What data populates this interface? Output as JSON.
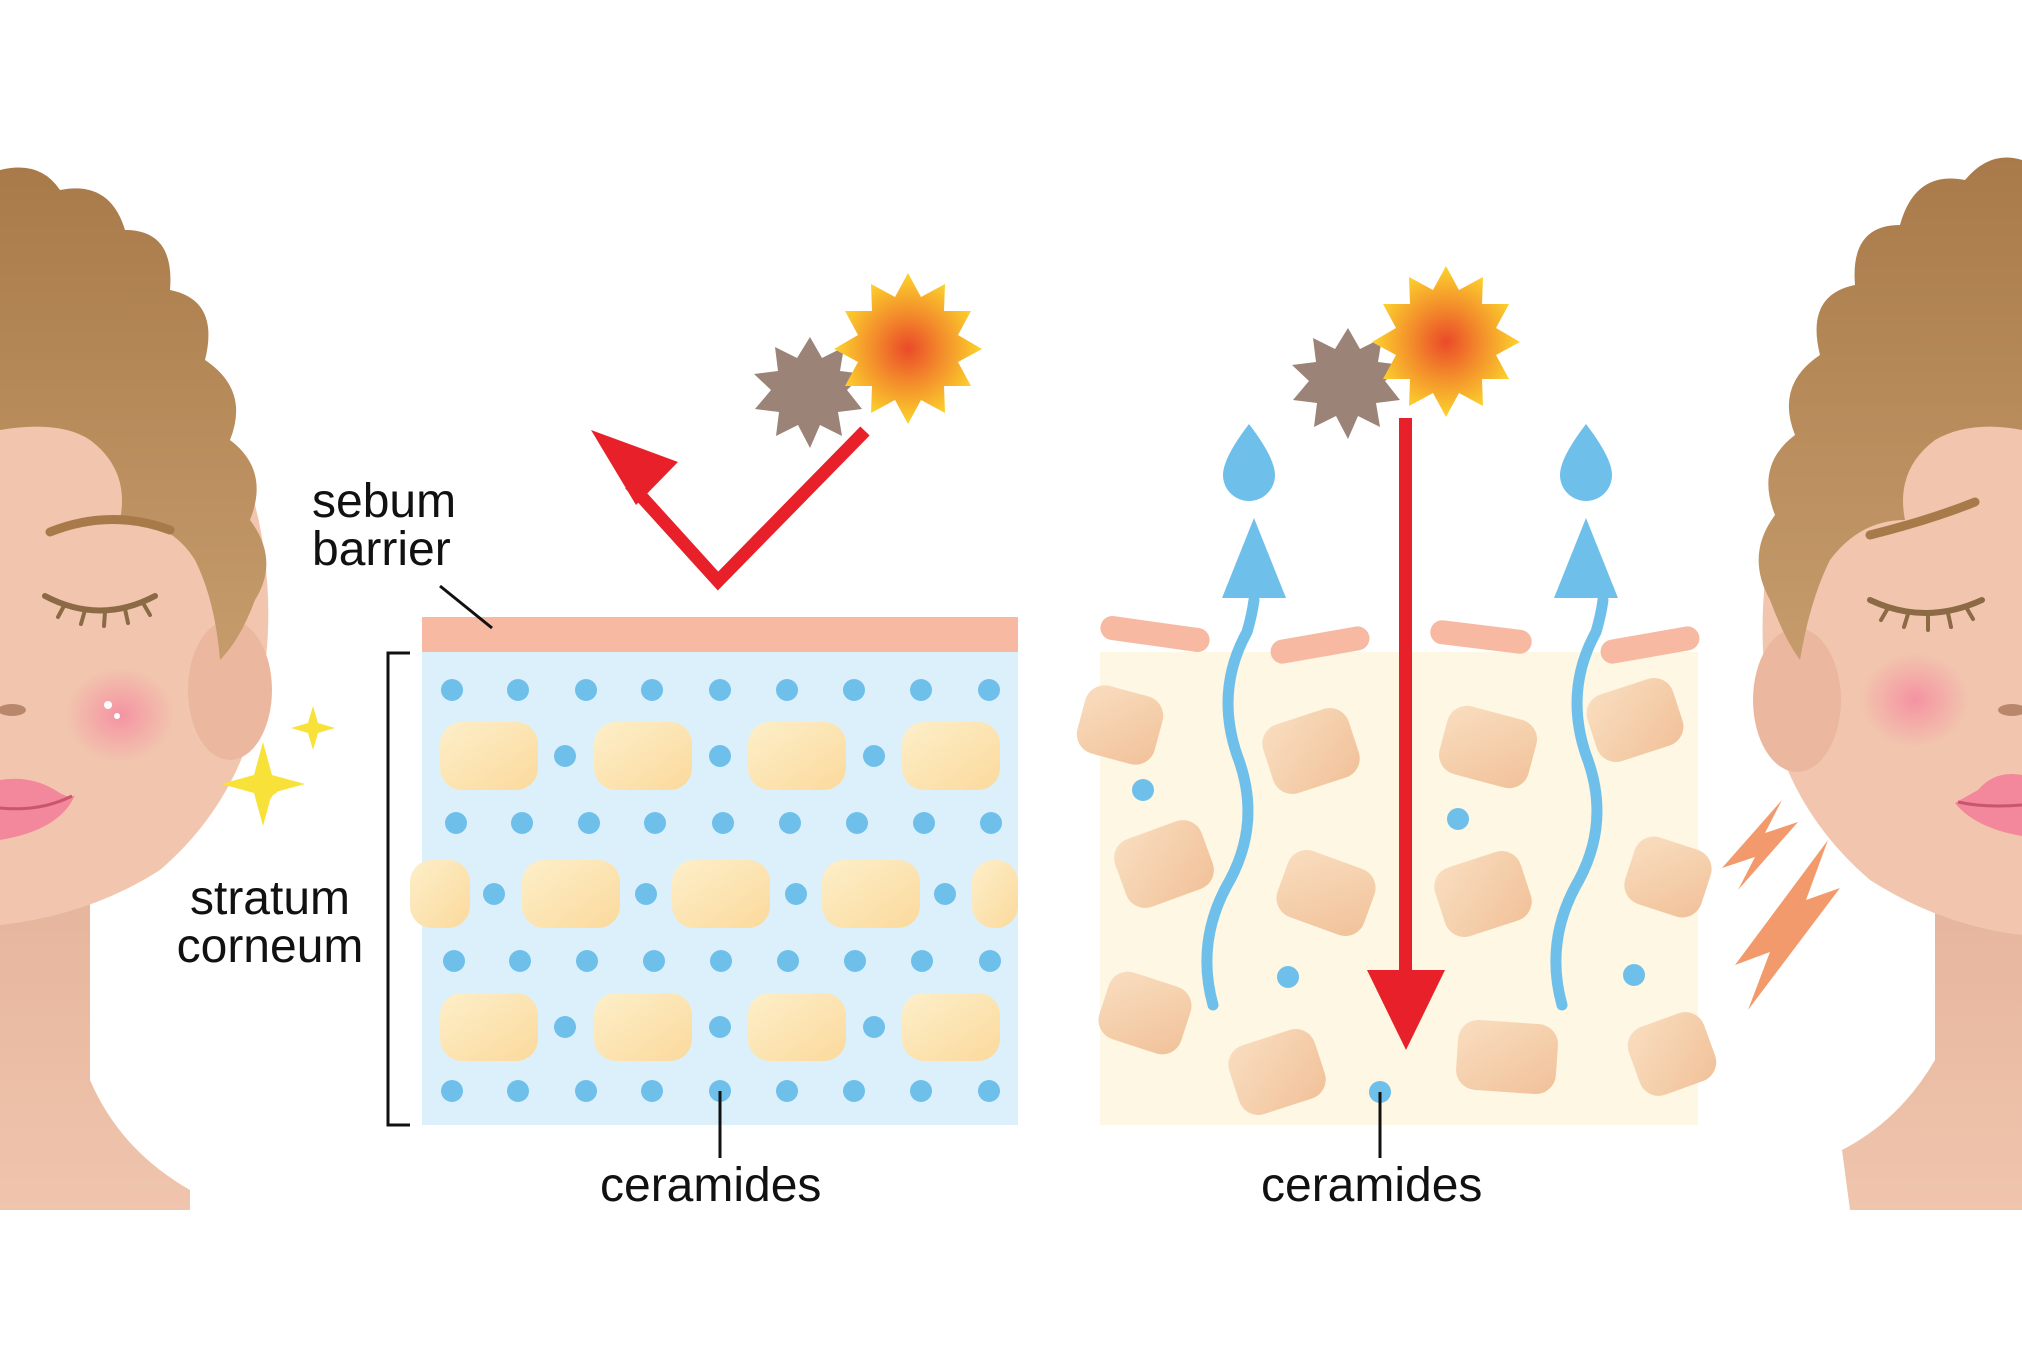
{
  "labels": {
    "sebum_barrier": [
      "sebum",
      "barrier"
    ],
    "stratum_corneum": [
      "stratum",
      "corneum"
    ],
    "ceramides_left": "ceramides",
    "ceramides_right": "ceramides"
  },
  "colors": {
    "sebum_layer": "#f7b9a2",
    "healthy_bg": "#dcf0fb",
    "damaged_bg": "#fdf7e3",
    "ceramide": "#6ec0eb",
    "cell_healthy": "#fde3ad",
    "cell_damaged": "#f6cda7",
    "red_arrow": "#e8202a",
    "water_blue": "#6ec0eb",
    "pollutant": "#9c8378",
    "sun_outer": "#fbd12b",
    "sun_inner": "#ec5a2b",
    "hair": "#b88a5a",
    "skin": "#f2c6ae",
    "sparkle": "#f8e23a",
    "irritation": "#f39a6c"
  },
  "icons": [
    "sun-icon",
    "pollutant-icon",
    "water-drop-icon",
    "sparkle-icon",
    "irritation-icon"
  ]
}
